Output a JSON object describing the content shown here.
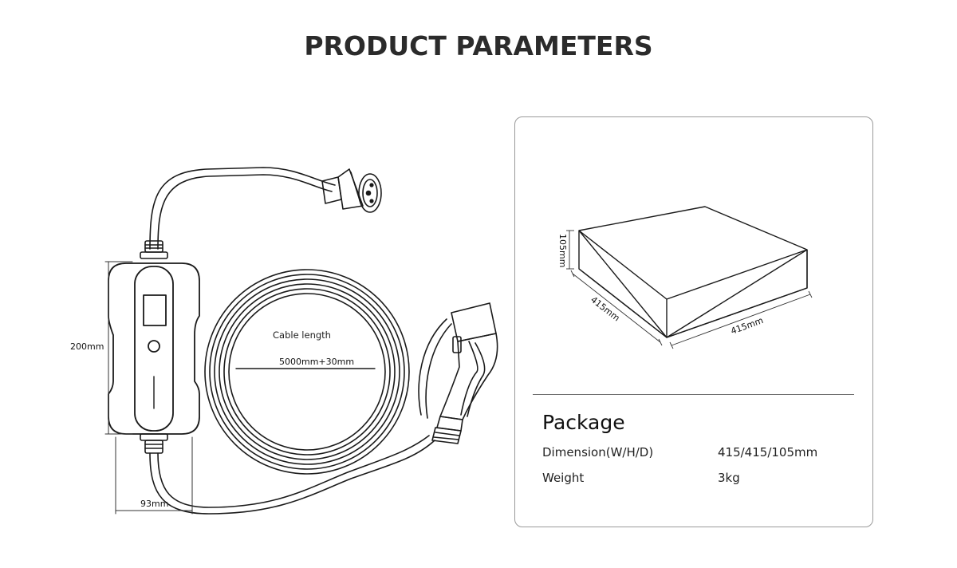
{
  "page": {
    "title": "PRODUCT PARAMETERS"
  },
  "charger": {
    "height_label": "200mm",
    "width_label": "93mm",
    "cable_title": "Cable length",
    "cable_length": "5000mm+30mm"
  },
  "package": {
    "heading": "Package",
    "box": {
      "height_label": "105mm",
      "depth_label": "415mm",
      "width_label": "415mm"
    },
    "specs": [
      {
        "label": "Dimension(W/H/D)",
        "value": "415/415/105mm"
      },
      {
        "label": "Weight",
        "value": "3kg"
      }
    ]
  }
}
